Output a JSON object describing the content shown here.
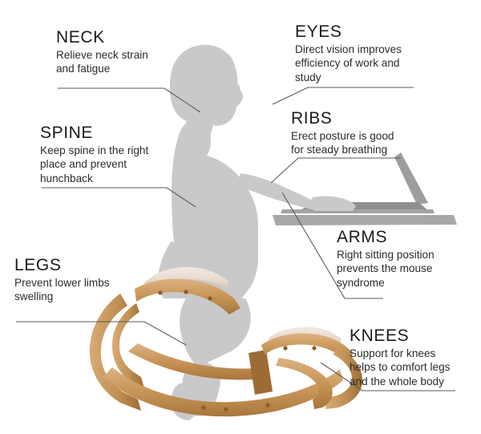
{
  "infographic": {
    "subject": "Ergonomic kneeling chair posture benefits",
    "colors": {
      "background": "#ffffff",
      "silhouette": "#c9c9c9",
      "silhouette_dark": "#b9b9b9",
      "laptop": "#9d9d9d",
      "laptop_dark": "#8a8a8a",
      "desk": "#a8a8a8",
      "wood_light": "#d6ab72",
      "wood_mid": "#c3914f",
      "wood_dark": "#9a6a35",
      "cushion": "#e9ded2",
      "cushion_shadow": "#d8c8b8",
      "leader_line": "#5a5a5a",
      "heading_text": "#1b1b1b",
      "body_text": "#2b2b2b"
    },
    "callouts": [
      {
        "id": "neck",
        "title": "NECK",
        "lines": [
          "Relieve neck strain",
          "and fatigue"
        ]
      },
      {
        "id": "eyes",
        "title": "EYES",
        "lines": [
          "Direct vision improves",
          "efficiency of work and",
          "study"
        ]
      },
      {
        "id": "spine",
        "title": "SPINE",
        "lines": [
          "Keep spine in the right",
          "place and prevent",
          "hunchback"
        ]
      },
      {
        "id": "ribs",
        "title": "RIBS",
        "lines": [
          "Erect posture is good",
          "for steady breathing"
        ]
      },
      {
        "id": "legs",
        "title": "LEGS",
        "lines": [
          "Prevent lower limbs",
          "swelling"
        ]
      },
      {
        "id": "arms",
        "title": "ARMS",
        "lines": [
          "Right sitting position",
          "prevents the mouse",
          "syndrome"
        ]
      },
      {
        "id": "knees",
        "title": "KNEES",
        "lines": [
          "Support for knees",
          "helps to comfort legs",
          "and the whole body"
        ]
      }
    ]
  }
}
